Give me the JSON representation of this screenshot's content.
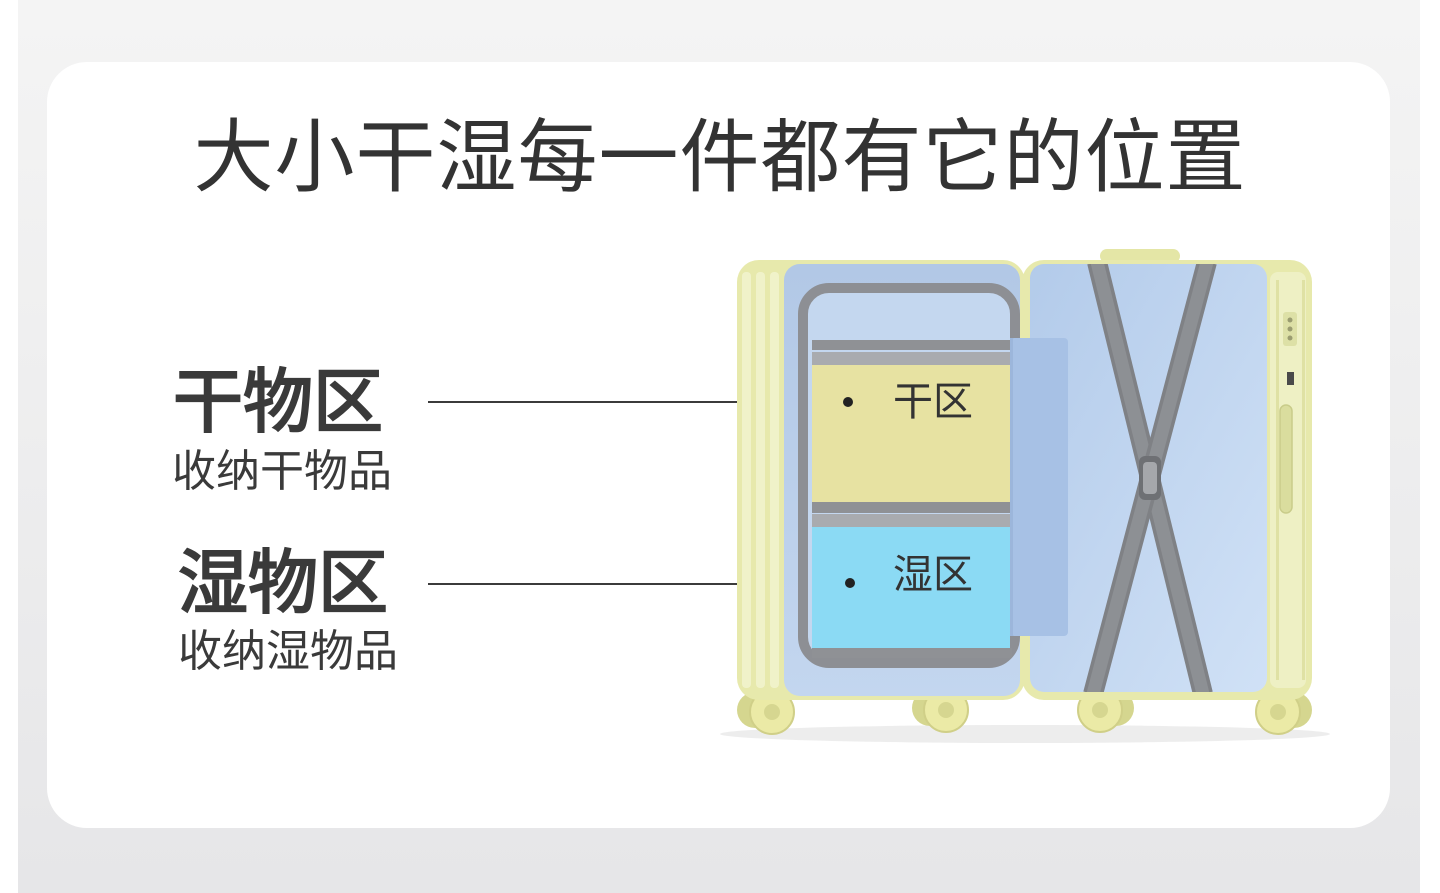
{
  "title": "大小干湿每一件都有它的位置",
  "callouts": [
    {
      "label": "干物区",
      "description": "收纳干物品",
      "tag": "干区",
      "zone_color": "#e7e2a2"
    },
    {
      "label": "湿物区",
      "description": "收纳湿物品",
      "tag": "湿区",
      "zone_color": "#8bdaf4"
    }
  ],
  "colors": {
    "shell": "#e7e9ac",
    "lining": "#b9cfea",
    "strap": "#8d9094",
    "flap": "#a7c1e5",
    "text": "#333333"
  }
}
